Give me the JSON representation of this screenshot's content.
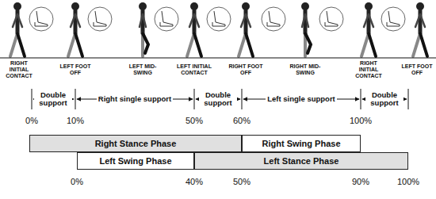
{
  "diagram": {
    "nodes": [
      {
        "text": [
          "Right Stance Phase"
        ]
      },
      {
        "text": [
          "Right Swing Phase"
        ]
      },
      {
        "text": [
          "Left Swing Phase"
        ]
      },
      {
        "text": [
          "Left Stance Phase"
        ]
      }
    ],
    "labels": [
      "RIGHT INITIAL CONTACT",
      "LEFT FOOT OFF",
      "LEFT MID-SWING",
      "LEFT INITIAL CONTACT",
      "RIGHT FOOT OFF",
      "RIGHT MID-SWING",
      "RIGHT INITIAL CONTACT",
      "LEFT FOOT OFF",
      "Double support",
      "Right single support",
      "Double support",
      "Left single support",
      "Double support",
      "0%",
      "10%",
      "50%",
      "60%",
      "100%",
      "0%",
      "40%",
      "50%",
      "90%",
      "100%"
    ]
  }
}
